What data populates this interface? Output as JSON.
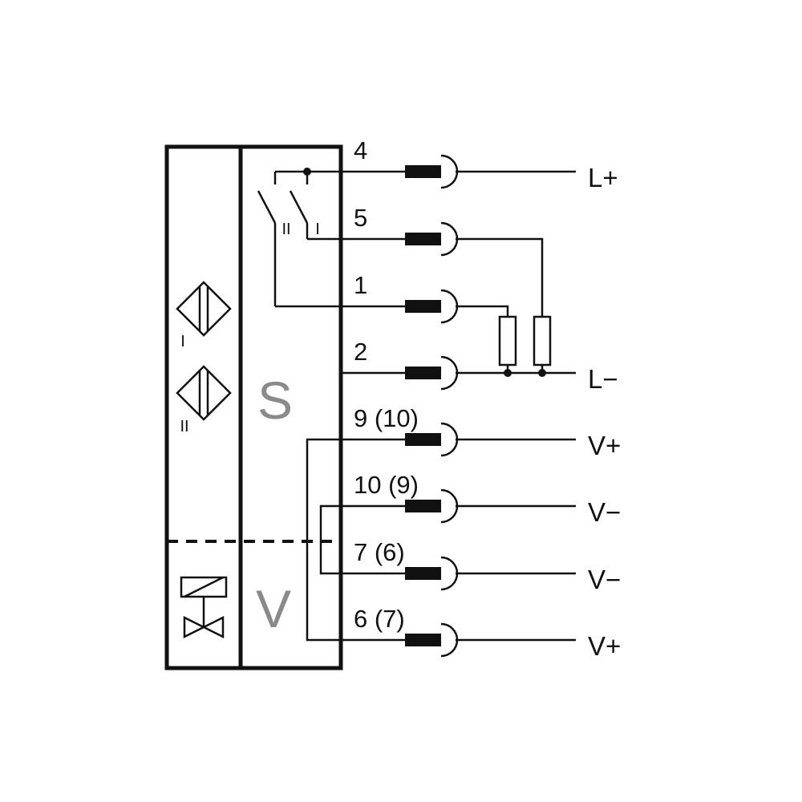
{
  "colors": {
    "line": "#111111",
    "section_label": "#8a8a8a",
    "background": "#ffffff"
  },
  "device": {
    "sensor_section_label": "S",
    "valve_section_label": "V",
    "sensor_i_label": "I",
    "sensor_ii_label": "II",
    "switch_ii_label": "II",
    "switch_i_label": "I"
  },
  "terminals": [
    {
      "pin": "4",
      "signal": "L+"
    },
    {
      "pin": "5",
      "signal": ""
    },
    {
      "pin": "1",
      "signal": ""
    },
    {
      "pin": "2",
      "signal": "L−"
    },
    {
      "pin": "9 (10)",
      "signal": "V+"
    },
    {
      "pin": "10 (9)",
      "signal": "V−"
    },
    {
      "pin": "7 (6)",
      "signal": "V−"
    },
    {
      "pin": "6 (7)",
      "signal": "V+"
    }
  ],
  "icons": {
    "inductive_sensor": "inductive-sensor-icon",
    "solenoid_valve": "solenoid-valve-icon",
    "connector": "connector-icon",
    "resistor": "resistor-icon",
    "switch": "switch-icon"
  }
}
